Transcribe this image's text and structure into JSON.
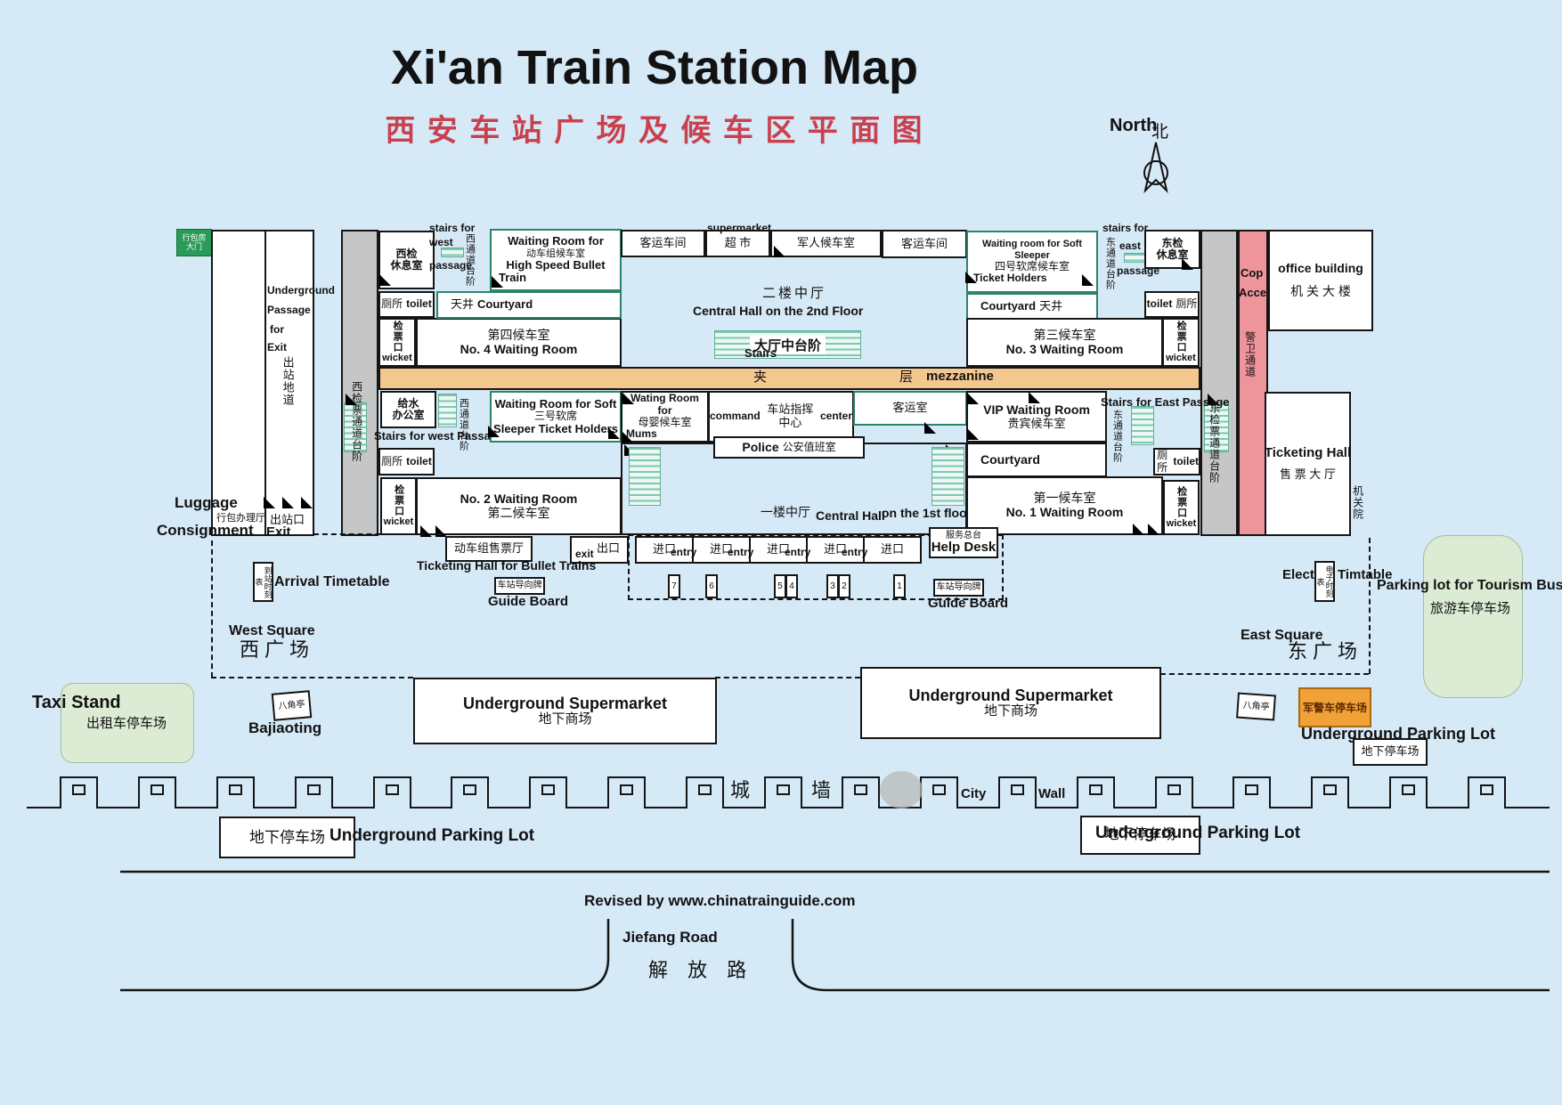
{
  "title": {
    "en": "Xi'an Train Station Map",
    "zh": "西 安 车 站 广 场 及 候 车 区 平 面 图",
    "credit": "Revised by www.chinatrainguide.com"
  },
  "compass": {
    "en": "North",
    "zh": "北"
  },
  "nw": {
    "gate1": "行包房",
    "gate2": "大门",
    "up1": "Underground",
    "up2": "Passage",
    "up3": "for",
    "up4": "Exit",
    "up_zh": "出站地道",
    "exit_zh": "出站口",
    "exit_en": "Exit",
    "lug1": "Luggage",
    "lug2": "Consignment",
    "lug_zh": "行包办理厅"
  },
  "strip": {
    "west": "西检票通道台阶",
    "east": "东检票通道台阶",
    "cop1": "Cop",
    "cop2": "Access",
    "cop_zh": "警卫通道"
  },
  "f2": {
    "wlounge1": "西检",
    "wlounge2": "休息室",
    "toilet_zh": "厕所",
    "toilet_en": "toilet",
    "wicket_zh": "检票口",
    "wicket_en": "wicket",
    "no4_zh": "第四候车室",
    "no4_en": "No. 4 Waiting Room",
    "sw1": "stairs for",
    "sw2": "west",
    "sw3": "passage",
    "sw_zh": "西通道台阶",
    "hsr1": "Waiting Room for",
    "hsr_zh": "动车组候车室",
    "hsr2": "High Speed Bullet",
    "hsr3": "Train",
    "cw_zh": "天井",
    "cw_en": "Courtyard",
    "pw": "客运车间",
    "sm_en": "supermarket",
    "sm_zh": "超 市",
    "mil": "军人候车室",
    "pe": "客运车间",
    "hall_zh": "二楼中厅",
    "hall_en": "Central Hall on the 2nd Floor",
    "st_zh": "大厅中台阶",
    "st_en": "Stairs",
    "s4a": "Waiting room for Soft Sleeper",
    "s4_zh": "四号软席候车室",
    "s4b": "Ticket Holders",
    "ce_en": "Courtyard",
    "ce_zh": "天井",
    "se1": "stairs for",
    "se_zh": "东通道台阶",
    "se2": "east",
    "se3": "passage",
    "elounge1": "东检",
    "elounge2": "休息室",
    "no3_zh": "第三候车室",
    "no3_en": "No. 3 Waiting Room"
  },
  "mezz": {
    "zh1": "夹",
    "zh2": "层",
    "en": "mezzanine"
  },
  "f1": {
    "water1": "给水",
    "water2": "办公室",
    "sw_en": "Stairs for west Passage",
    "sw_zh": "西通道台阶",
    "no2_en": "No. 2 Waiting Room",
    "no2_zh": "第二候车室",
    "s3a": "Waiting Room for Soft",
    "s3_zh": "三号软席",
    "s3b": "Sleeper Ticket Holders",
    "mums1": "Wating Room for",
    "mums_zh": "母婴候车室",
    "mums2": "Mums",
    "cmd1": "command",
    "cmd_zh": "车站指挥中心",
    "cmd2": "center",
    "pass": "客运室",
    "vip_en": "VIP Waiting Room",
    "vip_zh": "贵宾候车室",
    "se_en": "Stairs for East Passage",
    "se_zh": "东通道台阶",
    "police_en": "Police",
    "police_zh": "公安值班室",
    "hall_zh": "一楼中厅",
    "hall_en1": "Central Hall",
    "hall_en2": "on the 1st floor",
    "court": "Courtyard",
    "no1_zh": "第一候车室",
    "no1_en": "No. 1 Waiting Room"
  },
  "entry": {
    "exit_zh": "出口",
    "exit_en": "exit",
    "in_zh": "进口",
    "in_en": "entry",
    "n7": "7",
    "n6": "6",
    "n5": "5",
    "n4": "4",
    "n3": "3",
    "n2": "2",
    "n1": "1",
    "help_zh": "服务总台",
    "help_en": "Help Desk"
  },
  "south": {
    "bullet_zh": "动车组售票厅",
    "bullet_en": "Ticketing Hall for Bullet Trains",
    "guide_zh": "车站导向牌",
    "guide_en": "Guide Board",
    "arr_zh": "到站时刻表",
    "arr_en": "Arrival Timetable",
    "wsq_en": "West Square",
    "wsq_zh": "西广场",
    "esq_en": "East Square",
    "esq_zh": "东广场",
    "baj_zh": "八角亭",
    "baj_en": "Bajiaoting",
    "taxi_en": "Taxi Stand",
    "taxi_zh": "出租车停车场",
    "sup_en": "Underground Supermarket",
    "sup_zh": "地下商场",
    "ele1": "Electric",
    "ele_zh": "电子时刻表",
    "ele2": "Timtable",
    "tour_en": "Parking lot for Tourism Bus",
    "tour_zh": "旅游车停车场",
    "milpark": "军警车停车场",
    "office_en": "office building",
    "office_zh": "机 关 大 楼",
    "tick_en": "Ticketing Hall",
    "tick_zh": "售 票 大 厅",
    "jgy": "机关院"
  },
  "wall": {
    "zh1": "城",
    "zh2": "墙",
    "en1": "City",
    "en2": "Wall"
  },
  "bottom": {
    "park_zh": "地下停车场",
    "park_en": "Underground Parking Lot",
    "road_en": "Jiefang Road",
    "road_zh": "解 放 路"
  }
}
